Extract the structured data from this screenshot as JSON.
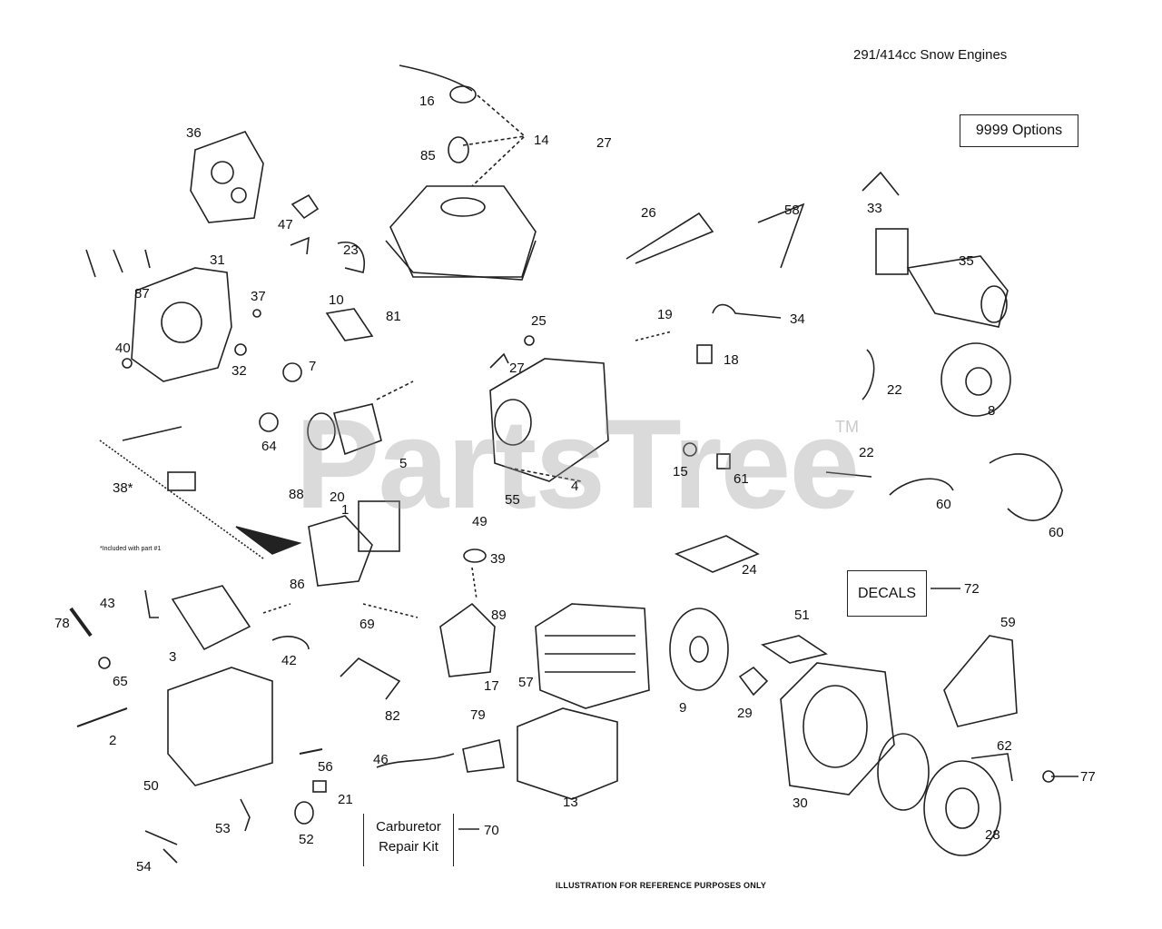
{
  "header": {
    "title": "291/414cc Snow Engines"
  },
  "options_box": {
    "text": "9999 Options"
  },
  "decals_box": {
    "text": "DECALS",
    "ref": "72"
  },
  "carburetor_box": {
    "line1": "Carburetor",
    "line2": "Repair Kit",
    "ref": "70"
  },
  "included_note": "*Included with part #1",
  "reference_note": "ILLUSTRATION FOR REFERENCE PURPOSES ONLY",
  "watermark": {
    "text": "PartsTree",
    "tm": "TM"
  },
  "callouts": [
    "16",
    "14",
    "85",
    "27",
    "36",
    "47",
    "23",
    "26",
    "58",
    "33",
    "35",
    "31",
    "87",
    "37",
    "10",
    "81",
    "40",
    "32",
    "7",
    "25",
    "19",
    "34",
    "18",
    "27",
    "22",
    "8",
    "64",
    "5",
    "15",
    "61",
    "22",
    "38*",
    "88",
    "20",
    "1",
    "49",
    "55",
    "4",
    "60",
    "60",
    "86",
    "39",
    "24",
    "43",
    "78",
    "3",
    "89",
    "69",
    "42",
    "65",
    "51",
    "59",
    "82",
    "17",
    "57",
    "9",
    "29",
    "2",
    "50",
    "79",
    "56",
    "46",
    "13",
    "21",
    "53",
    "52",
    "30",
    "62",
    "77",
    "28",
    "54"
  ],
  "colors": {
    "line": "#222222",
    "watermark": "#969696",
    "background": "#ffffff"
  }
}
